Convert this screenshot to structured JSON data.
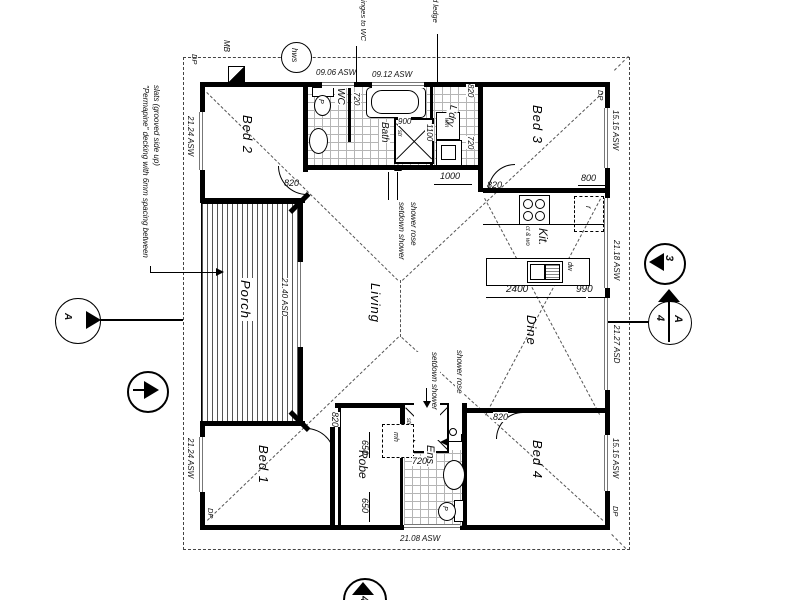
{
  "rooms": {
    "bed1": "Bed 1",
    "bed2": "Bed 2",
    "bed3": "Bed 3",
    "bed4": "Bed 4",
    "living": "Living",
    "dine": "Dine",
    "kit": "Kit.",
    "porch": "Porch",
    "bath": "Bath",
    "wc": "WC",
    "ldry": "L'dry",
    "robe": "Robe",
    "ens": "Ens."
  },
  "glazing": {
    "top_left": "09.06 ASW",
    "top_right": "09.12 ASW",
    "side_21_24": "21.24 ASW",
    "porch_asd": "21.40 ASD",
    "side_15_15": "15.15 ASW",
    "kit_21_18": "21.18 ASW",
    "dine_21_27": "21.27 ASD",
    "bottom_21_08": "21.08 ASW"
  },
  "dims": {
    "d820": "820",
    "d720": "720",
    "d650": "650",
    "d900": "900",
    "d1100": "1100",
    "d1000": "1000",
    "d800": "800",
    "d2400": "2400",
    "d990": "990"
  },
  "fixtures": {
    "toilet": "P",
    "washing_machine": "wm",
    "dishwasher": "dw",
    "manhole": "mh",
    "fridge": "r",
    "cooktop_note": "ct & wo",
    "shower_abbr": "str"
  },
  "annotations": {
    "meter_box": "MB",
    "hot_water": "hws",
    "hinges_note": "hinges to WC",
    "ledge_note": "ed ledge",
    "decking_note": "\"Permapine\" decking with 6mm spacing between slats (grooved side up)",
    "setdown": "setdown shower",
    "rose": "shower rose",
    "downpipe": "DP"
  },
  "markers": {
    "elev3": "3",
    "elev4": "4",
    "section_a": "A",
    "section_4": "4"
  }
}
